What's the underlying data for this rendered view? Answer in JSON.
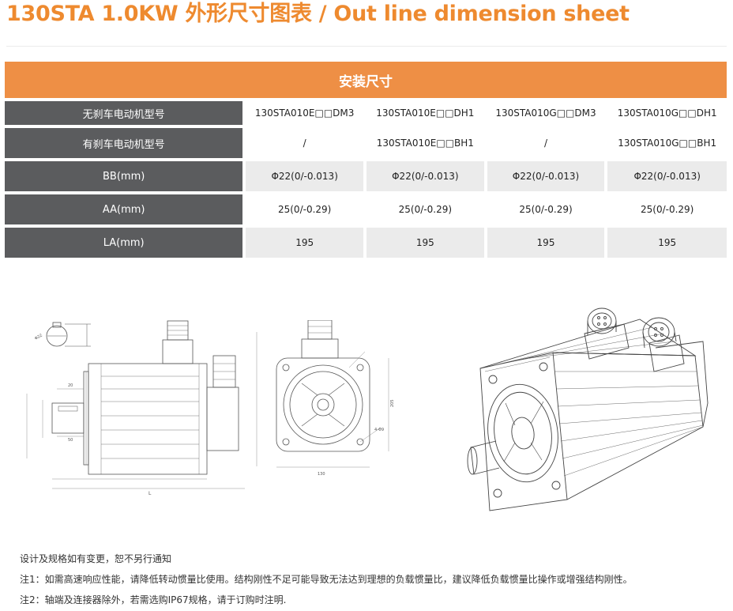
{
  "title": "130STA 1.0KW 外形尺寸图表 / Out line dimension sheet",
  "table": {
    "header": "安装尺寸",
    "rows": [
      {
        "label": "无刹车电动机型号",
        "cells": [
          "130STA010E□□DM3",
          "130STA010E□□DH1",
          "130STA010G□□DM3",
          "130STA010G□□DH1"
        ]
      },
      {
        "label": "有刹车电动机型号",
        "cells": [
          "/",
          "130STA010E□□BH1",
          "/",
          "130STA010G□□BH1"
        ]
      },
      {
        "label": "BB(mm)",
        "cells": [
          "Φ22(0/-0.013)",
          "Φ22(0/-0.013)",
          "Φ22(0/-0.013)",
          "Φ22(0/-0.013)"
        ]
      },
      {
        "label": "AA(mm)",
        "cells": [
          "25(0/-0.29)",
          "25(0/-0.29)",
          "25(0/-0.29)",
          "25(0/-0.29)"
        ]
      },
      {
        "label": "LA(mm)",
        "cells": [
          "195",
          "195",
          "195",
          "195"
        ]
      }
    ]
  },
  "drawing_labels": {
    "length": "L",
    "flange_width": "130",
    "shaft_length": "50",
    "step": "20",
    "bolt_hole": "4-Φ9",
    "height": "205"
  },
  "notes": [
    "设计及规格如有变更，恕不另行通知",
    "注1：如需高速响应性能，请降低转动惯量比使用。结构刚性不足可能导致无法达到理想的负载惯量比，建议降低负载惯量比操作或增强结构刚性。",
    "注2：轴端及连接器除外，若需选购IP67规格，请于订购时注明."
  ],
  "colors": {
    "accent": "#EE8A2F",
    "header_bg": "#EE8F45",
    "label_bg": "#5B5C5E",
    "shade": "#EBEBEB"
  }
}
